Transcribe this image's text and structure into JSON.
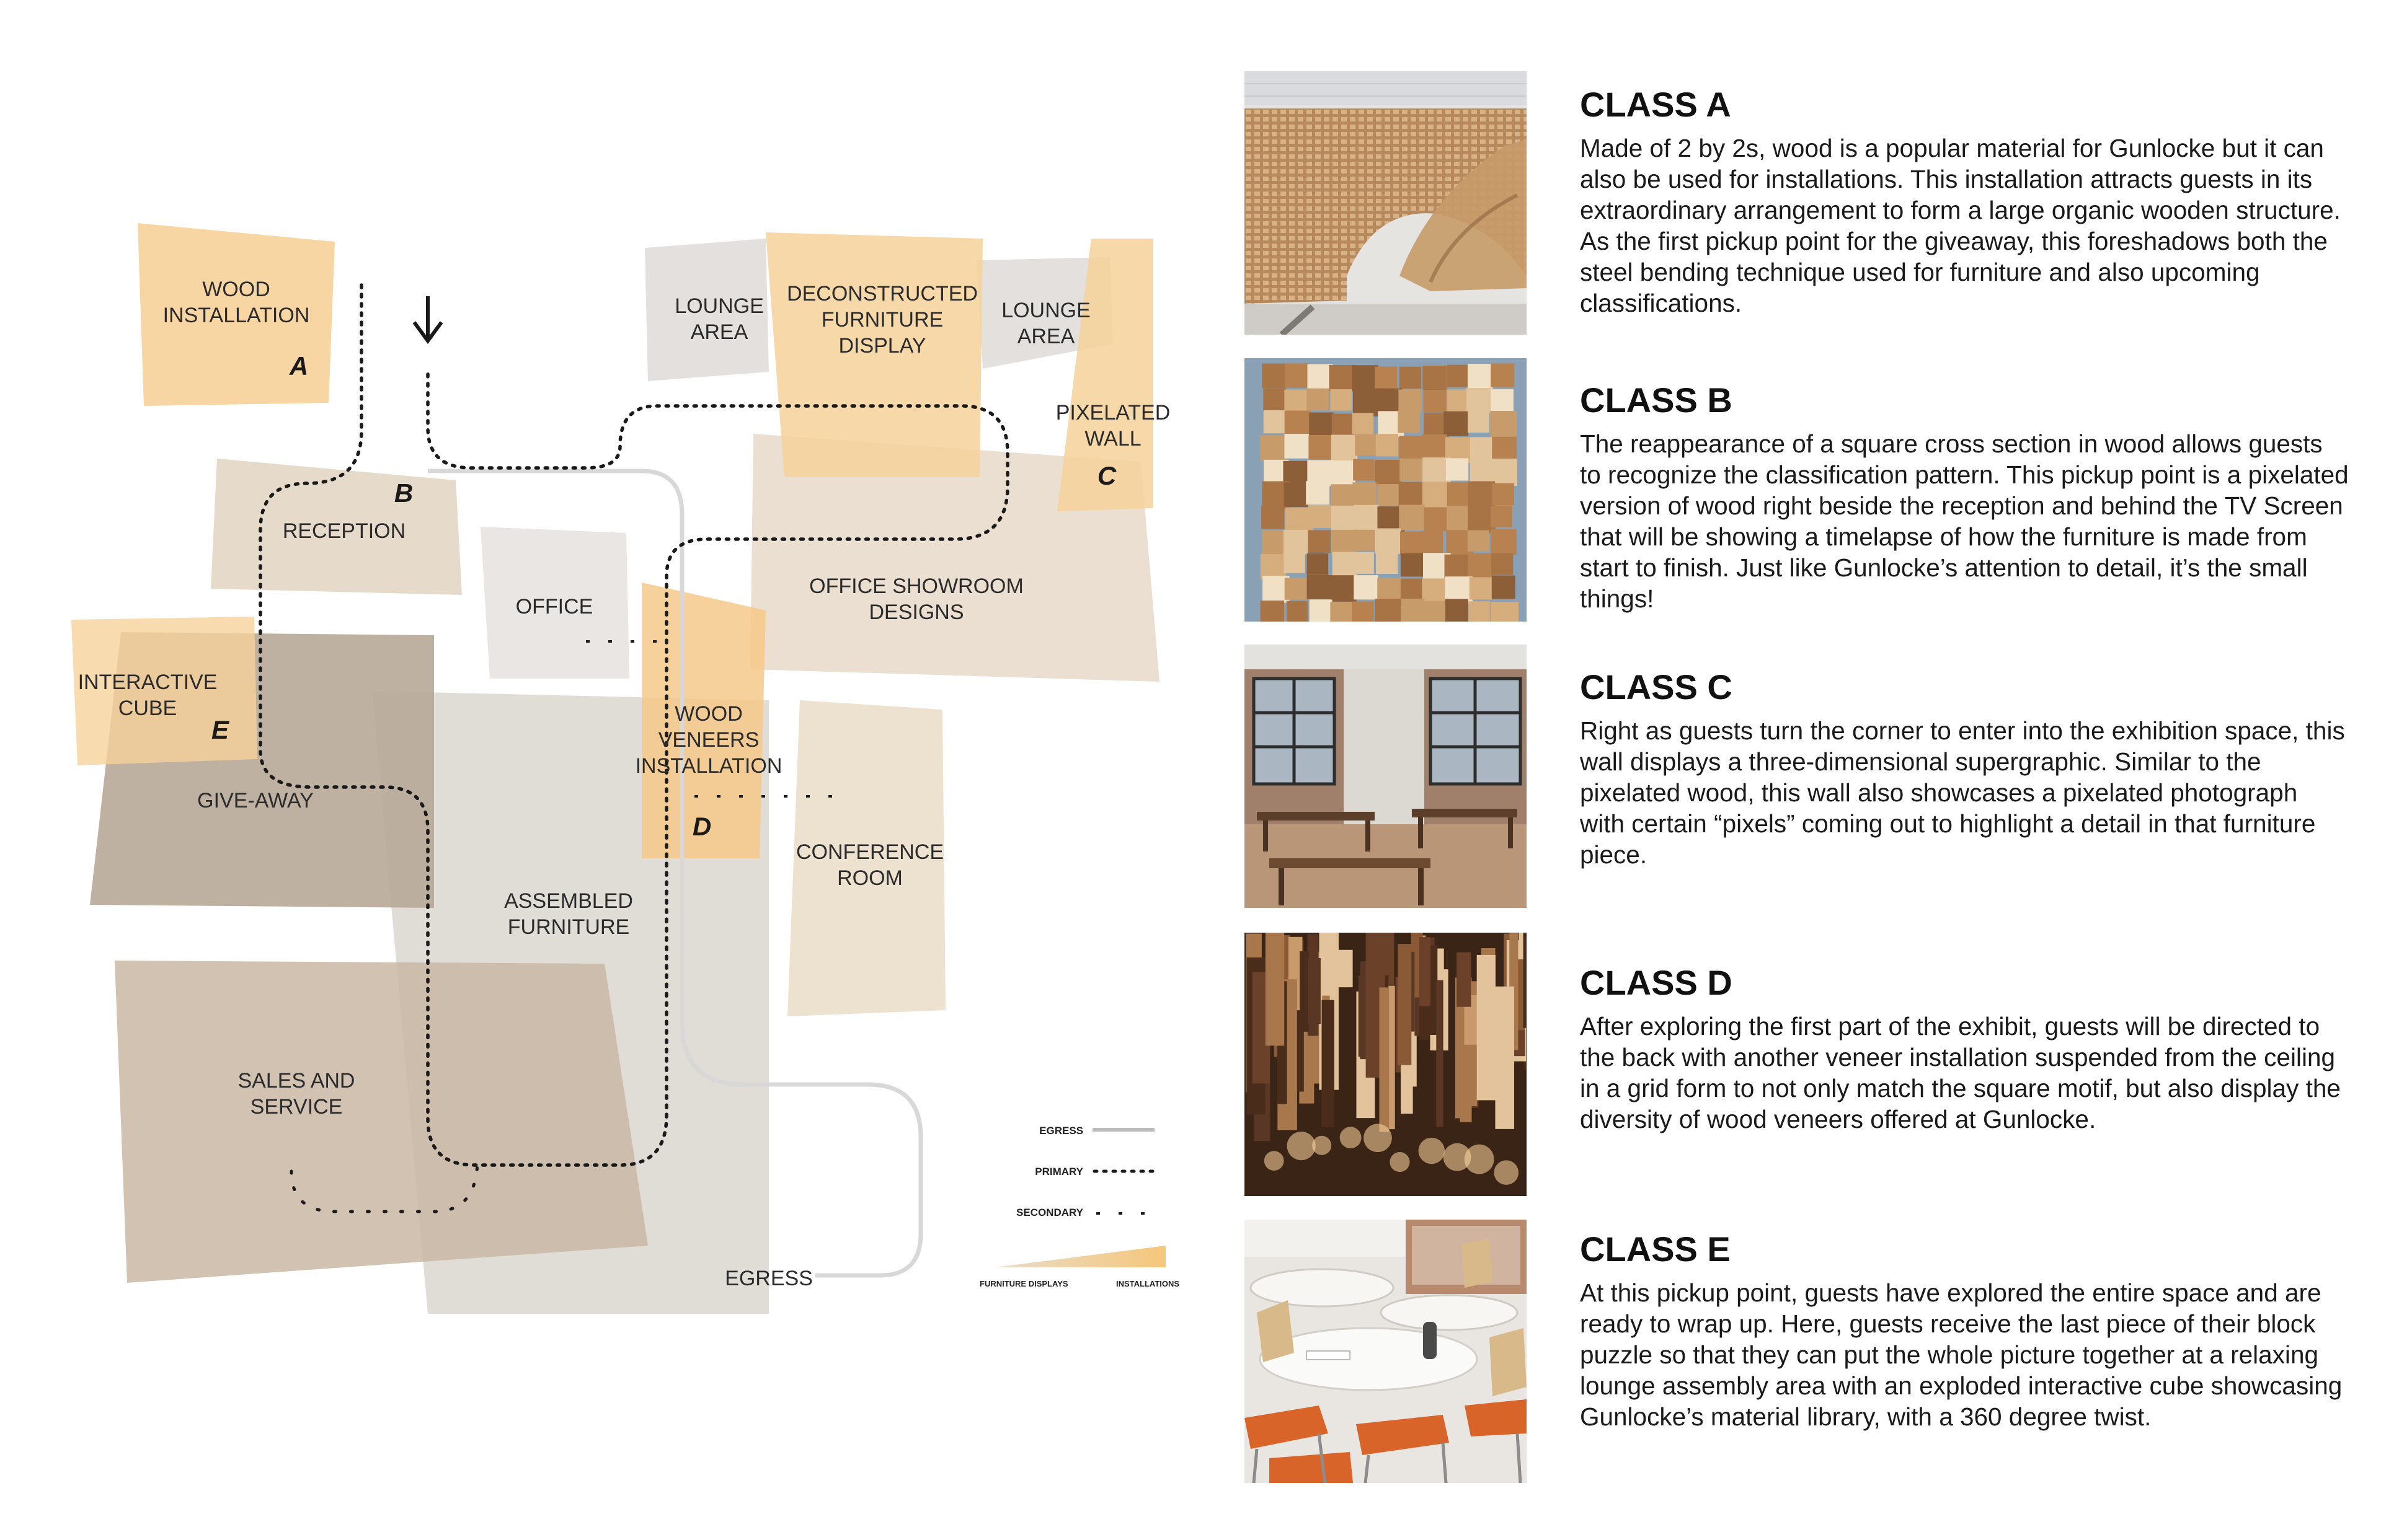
{
  "plan": {
    "zones": {
      "wood_installation": "WOOD\nINSTALLATION",
      "lounge_area_left": "LOUNGE\nAREA",
      "deconstructed_furniture": "DECONSTRUCTED\nFURNITURE\nDISPLAY",
      "lounge_area_right": "LOUNGE\nAREA",
      "pixelated_wall": "PIXELATED\nWALL",
      "reception": "RECEPTION",
      "office": "OFFICE",
      "office_showroom": "OFFICE SHOWROOM\nDESIGNS",
      "interactive_cube": "INTERACTIVE\nCUBE",
      "wood_veneers": "WOOD\nVENEERS\nINSTALLATION",
      "give_away": "GIVE-AWAY",
      "conference_room": "CONFERENCE\nROOM",
      "assembled_furniture": "ASSEMBLED\nFURNITURE",
      "sales_service": "SALES AND\nSERVICE",
      "egress": "EGRESS"
    },
    "letters": {
      "a": "A",
      "b": "B",
      "c": "C",
      "d": "D",
      "e": "E"
    },
    "legend": {
      "egress": "EGRESS",
      "primary": "PRIMARY",
      "secondary": "SECONDARY",
      "furniture_displays": "FURNITURE DISPLAYS",
      "installations": "INSTALLATIONS"
    },
    "colors": {
      "installation": "#f6d29a",
      "furniture_display": "#e8dccb",
      "grey_zone": "#d9d3cc",
      "dark_zone": "#b5a595",
      "egress_line": "#d8d8d8",
      "path": "#1a1a1a"
    }
  },
  "classes": [
    {
      "title": "CLASS A",
      "text": "Made of 2 by 2s, wood is a popular material for Gunlocke but it can also be used for installations. This installation attracts guests in its extraordinary arrangement to form a large organic wooden structure. As the first pickup point for the giveaway, this foreshadows both the steel bending technique used for furniture and also upcoming classifications."
    },
    {
      "title": "CLASS B",
      "text": "The reappearance of a square cross section in wood allows guests to recognize the classification pattern. This pickup point is a pixelated version of wood right beside the reception and behind the TV Screen that will be showing a timelapse of how the furniture is made from start to finish. Just like Gunlocke’s attention to detail, it’s the small things!"
    },
    {
      "title": "CLASS C",
      "text": "Right as guests turn the corner to enter into the exhibition space, this wall displays a three-dimensional supergraphic. Similar to the pixelated wood, this wall also showcases a pixelated photograph with certain “pixels” coming out to highlight a detail in that furniture piece."
    },
    {
      "title": "CLASS D",
      "text": "After exploring the first part of the exhibit, guests will be directed to the back with another veneer installation suspended from the ceiling in a grid form to not only match the square motif, but also display the diversity of wood veneers offered at Gunlocke."
    },
    {
      "title": "CLASS E",
      "text": "At this pickup point, guests have explored the entire space and are ready to wrap up. Here, guests receive the last piece of their block puzzle so that they can put the whole picture together at a relaxing lounge assembly area with an exploded interactive cube showcasing Gunlocke’s material library, with a 360 degree twist."
    }
  ]
}
